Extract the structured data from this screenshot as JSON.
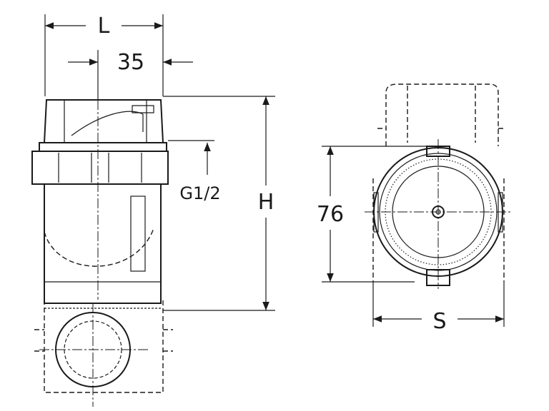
{
  "dimensions": {
    "length": "L",
    "offset": "35",
    "thread": "G1/2",
    "height": "H",
    "diameter": "76",
    "side": "S"
  },
  "color": "#1a1a1a"
}
